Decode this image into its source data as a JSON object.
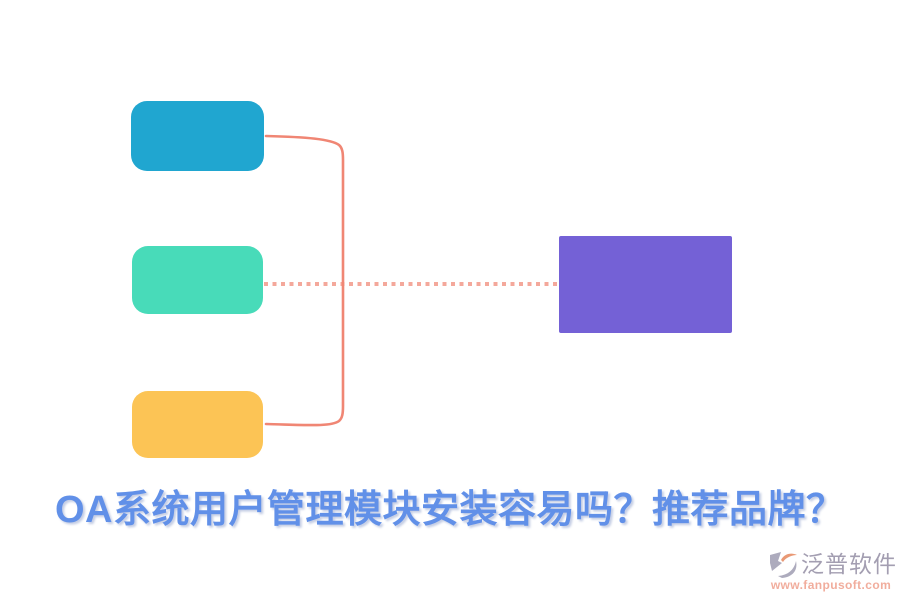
{
  "page": {
    "background_color": "#ffffff"
  },
  "diagram": {
    "connector_color": "#F08674",
    "boxes": [
      {
        "id": "top-left-node",
        "color": "#20A6D0",
        "label": ""
      },
      {
        "id": "middle-left-node",
        "color": "#48DBB9",
        "label": ""
      },
      {
        "id": "bottom-left-node",
        "color": "#FCC455",
        "label": ""
      },
      {
        "id": "right-node",
        "color": "#7461D6",
        "label": ""
      }
    ],
    "connections": [
      {
        "type": "bracket-solid",
        "from": [
          "top-left-node",
          "bottom-left-node"
        ],
        "style": "solid"
      },
      {
        "type": "dotted",
        "from": "middle-left-node",
        "to": "right-node",
        "style": "dotted"
      }
    ]
  },
  "title": {
    "text": "OA系统用户管理模块安装容易吗？推荐品牌？",
    "color": "#6190E8"
  },
  "watermark": {
    "brand": "泛普软件",
    "brand_color": "#9C96AB",
    "url": "www.fanpusoft.com",
    "url_color": "#F0A795",
    "icon_gray": "#A7A4B8",
    "icon_orange": "#E8916A"
  }
}
